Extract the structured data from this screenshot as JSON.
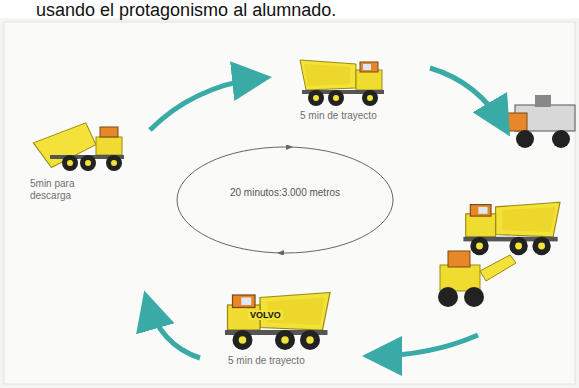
{
  "diagram": {
    "nodes": [
      {
        "text": [
          "20 minutos:3.000 metros"
        ]
      }
    ],
    "labels": [
      "usando el protagonismo al alumnado.",
      "5 min de trayecto",
      "5min para descarga",
      "VOLVO",
      "5 min de trayecto"
    ]
  }
}
